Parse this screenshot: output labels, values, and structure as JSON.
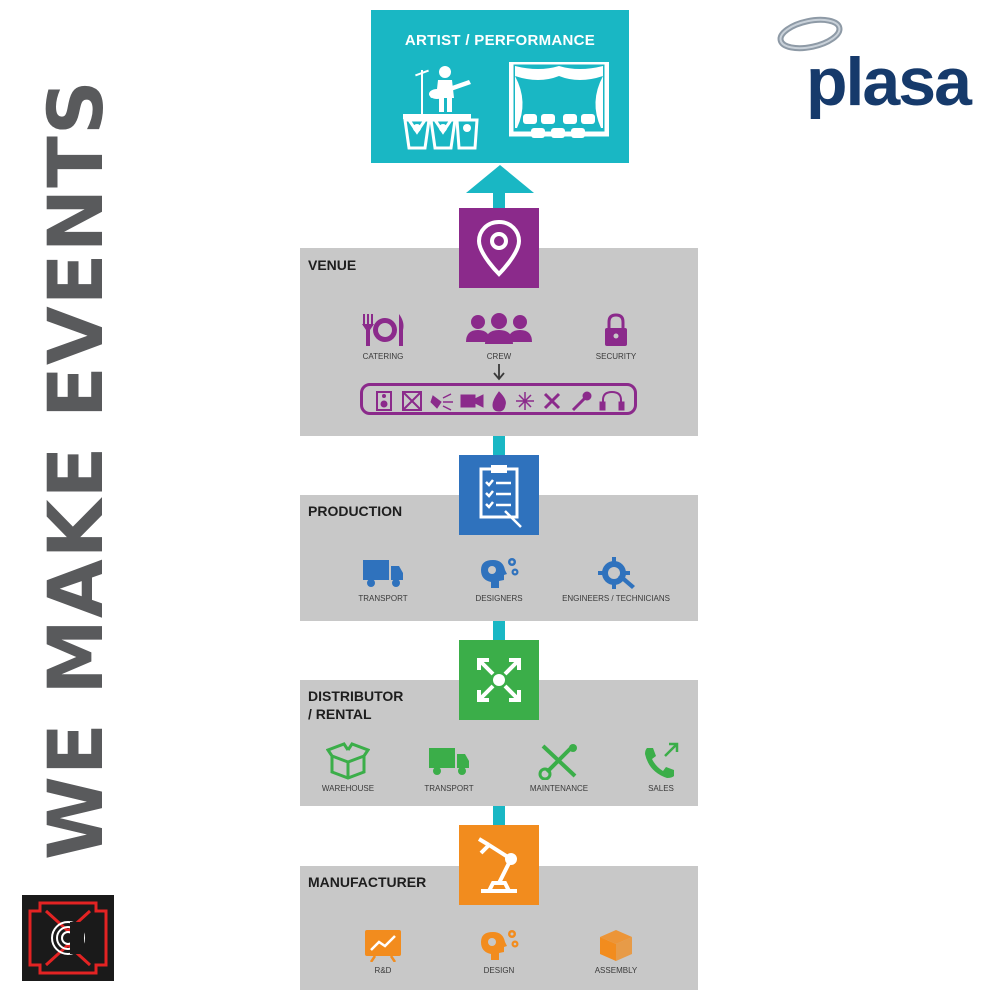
{
  "sidebar": {
    "headline": "WE MAKE EVENTS"
  },
  "logo": {
    "brand": "plasa",
    "brand_color": "#163a6b"
  },
  "top_stage": {
    "title": "ARTIST / PERFORMANCE",
    "color": "#19b7c4",
    "icons": [
      "performer-with-crowd-icon",
      "theatre-stage-icon"
    ]
  },
  "levels": [
    {
      "title": "VENUE",
      "color": "#8b2a8b",
      "icon": "location-pin-icon",
      "items": [
        {
          "label": "CATERING",
          "icon": "cutlery-icon"
        },
        {
          "label": "CREW",
          "icon": "crew-people-icon"
        },
        {
          "label": "SECURITY",
          "icon": "padlock-icon"
        }
      ],
      "equipment_icons": [
        "speaker-icon",
        "truss-icon",
        "spotlight-icon",
        "video-camera-icon",
        "pyro-flame-icon",
        "laser-icon",
        "rigging-tools-icon",
        "wrench-icon",
        "headset-icon"
      ]
    },
    {
      "title": "PRODUCTION",
      "color": "#2f72bd",
      "icon": "clipboard-checklist-icon",
      "items": [
        {
          "label": "TRANSPORT",
          "icon": "truck-icon"
        },
        {
          "label": "DESIGNERS",
          "icon": "head-gears-icon"
        },
        {
          "label": "ENGINEERS / TECHNICIANS",
          "icon": "gear-wrench-icon"
        }
      ]
    },
    {
      "title_line1": "DISTRIBUTOR",
      "title_line2": "/ RENTAL",
      "color": "#3bae49",
      "icon": "expand-arrows-icon",
      "items": [
        {
          "label": "WAREHOUSE",
          "icon": "open-box-icon"
        },
        {
          "label": "TRANSPORT",
          "icon": "truck-icon"
        },
        {
          "label": "MAINTENANCE",
          "icon": "tools-icon"
        },
        {
          "label": "SALES",
          "icon": "phone-icon"
        }
      ]
    },
    {
      "title": "MANUFACTURER",
      "color": "#f28c1e",
      "icon": "robot-arm-icon",
      "items": [
        {
          "label": "R&D",
          "icon": "chart-board-icon"
        },
        {
          "label": "DESIGN",
          "icon": "head-gears-icon"
        },
        {
          "label": "ASSEMBLY",
          "icon": "cube-icon"
        }
      ]
    }
  ],
  "connector_color": "#19b7c4",
  "panel_color": "#c8c8c8"
}
